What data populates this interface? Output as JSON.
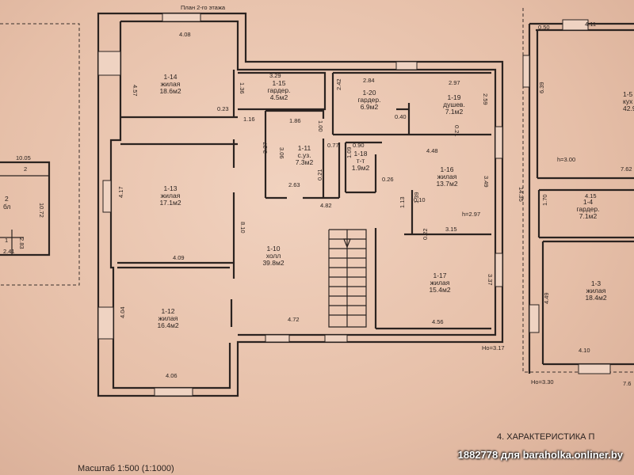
{
  "header": {
    "title_top": "План 2-го этажа"
  },
  "rooms": [
    {
      "id": "1-14",
      "name": "жилая",
      "area": "18.6м2"
    },
    {
      "id": "1-13",
      "name": "жилая",
      "area": "17.1м2"
    },
    {
      "id": "1-12",
      "name": "жилая",
      "area": "16.4м2"
    },
    {
      "id": "1-15",
      "name": "гардер.",
      "area": "4.5м2"
    },
    {
      "id": "1-20",
      "name": "гардер.",
      "area": "6.9м2"
    },
    {
      "id": "1-19",
      "name": "душев.",
      "area": "7.1м2"
    },
    {
      "id": "1-11",
      "name": "с.уз.",
      "area": "7.3м2"
    },
    {
      "id": "1-18",
      "name": "т-т",
      "area": "1.9м2"
    },
    {
      "id": "1-16",
      "name": "жилая",
      "area": "13.7м2"
    },
    {
      "id": "1-10",
      "name": "холл",
      "area": "39.8м2"
    },
    {
      "id": "1-17",
      "name": "жилая",
      "area": "15.4м2"
    },
    {
      "id": "1-5",
      "name": "кух",
      "area": "42.9"
    },
    {
      "id": "1-4",
      "name": "гардер.",
      "area": "7.1м2"
    },
    {
      "id": "1-3",
      "name": "жилая",
      "area": "18.4м2"
    },
    {
      "id": "2",
      "name": "бл",
      "area": ""
    }
  ],
  "dims": {
    "d408": "4.08",
    "d457": "4.57",
    "d023": "0.23",
    "d136": "1.36",
    "d116": "1.16",
    "d329": "3.29",
    "d284": "2.84",
    "d297": "2.97",
    "d242": "2.42",
    "d259": "2.59",
    "d040": "0.40",
    "d186": "1.86",
    "d100": "1.00",
    "d077": "0.77",
    "d090": "0.90",
    "d448": "4.48",
    "d327": "3.27",
    "d306": "3.06",
    "d263": "2.63",
    "d021a": "0.21",
    "d109": "1.09",
    "d026": "0.26",
    "d349": "3.49",
    "d482": "4.82",
    "d417": "4.17",
    "d409": "4.09",
    "d810": "8.10",
    "d010": "0.10",
    "d113": "1.13",
    "d139": "1.39",
    "d315": "3.15",
    "d022": "0.22",
    "d337": "3.37",
    "d404": "4.04",
    "d472": "4.72",
    "d456": "4.56",
    "d406": "4.06",
    "d1435": "14.35",
    "d050": "0.50",
    "d411": "4.11",
    "d639": "6.39",
    "d762": "7.62",
    "d415": "4.15",
    "d170": "1.70",
    "d449": "4.49",
    "d410": "4.10",
    "d1005": "10.05",
    "d1072": "10.72",
    "d283": "2.83",
    "d241": "2.41",
    "d2": "2",
    "d1": "1",
    "d021b": "0.21",
    "d7": "7.6"
  },
  "levels": {
    "h297": "h=2.97",
    "h300": "h=3.00",
    "ho317": "Но=3.17",
    "ho330": "Но=3.30"
  },
  "footer": {
    "section_title": "4. ХАРАКТЕРИСТИКА П",
    "scale": "Масштаб 1:500 (1:1000)"
  },
  "watermark": "1882778 для baraholka.onliner.by"
}
